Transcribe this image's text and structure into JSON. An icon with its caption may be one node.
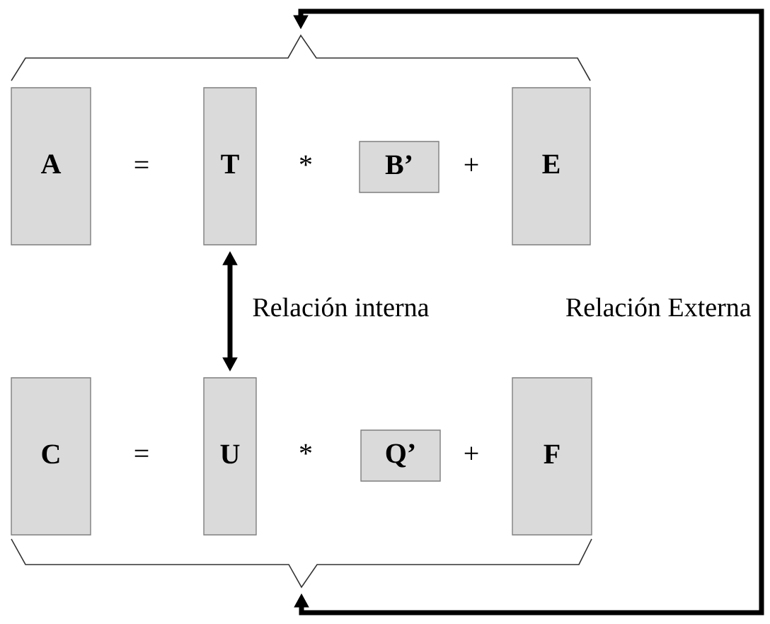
{
  "diagram": {
    "nodes": [
      {
        "text": [],
        "shape": "brace"
      },
      {
        "text": [
          "A"
        ]
      },
      {
        "text": [
          "T"
        ]
      },
      {
        "text": [
          "B’"
        ]
      },
      {
        "text": [
          "E"
        ]
      },
      {
        "text": [
          "C"
        ]
      },
      {
        "text": [
          "U"
        ]
      },
      {
        "text": [
          "Q’"
        ]
      },
      {
        "text": [
          "F"
        ]
      },
      {
        "text": [],
        "shape": "brace"
      }
    ],
    "edges": [
      {
        "from": 2,
        "to": 6,
        "arrow": "both",
        "label": "Relación interna"
      },
      {
        "from": 0,
        "to": 9,
        "arrow": "both",
        "label": "Relación Externa"
      }
    ],
    "labels": [
      "=",
      "*",
      "+",
      "=",
      "*",
      "+"
    ]
  }
}
